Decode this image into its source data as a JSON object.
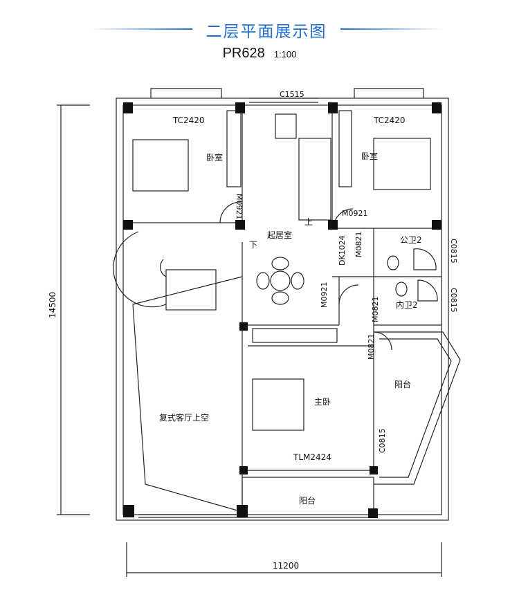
{
  "header": {
    "title": "二层平面展示图",
    "plan_code": "PR628",
    "scale": "1:100"
  },
  "dimensions": {
    "overall_depth": "14500",
    "overall_width": "11200"
  },
  "rooms": {
    "bedroom_left": "卧室",
    "bedroom_right": "卧室",
    "living": "起居室",
    "public_bath": "公卫2",
    "private_bath": "内卫2",
    "master_bedroom": "主卧",
    "balcony_right": "阳台",
    "balcony_bottom": "阳台",
    "void_area": "复式客厅上空"
  },
  "stairs": {
    "up": "上",
    "down": "下"
  },
  "openings": {
    "window_top": "C1515",
    "window_bedroom_left": "TC2420",
    "window_bedroom_right": "TC2420",
    "door_bedroom_left": "M0921",
    "door_bedroom_right": "M0921",
    "door_living": "M0921",
    "door_dk": "DK1024",
    "door_public_bath": "M0821",
    "door_private_bath": "M0821",
    "door_balcony": "M0821",
    "window_public_bath": "C0815",
    "window_private_bath": "C0815",
    "window_balcony": "C0815",
    "door_master": "TLM2424"
  },
  "colors": {
    "title_blue": "#1e6ed2",
    "line": "#222222"
  }
}
